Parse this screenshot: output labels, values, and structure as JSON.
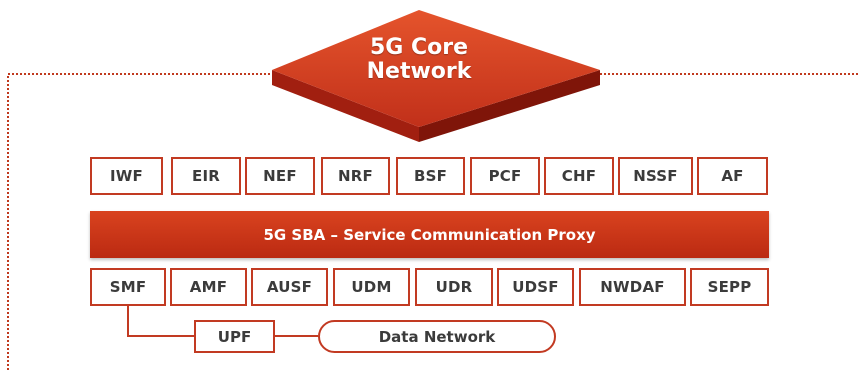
{
  "core": {
    "title_line1": "5G Core",
    "title_line2": "Network"
  },
  "row1": [
    "IWF",
    "EIR",
    "NEF",
    "NRF",
    "BSF",
    "PCF",
    "CHF",
    "NSSF",
    "AF"
  ],
  "scp": {
    "label": "5G SBA – Service Communication Proxy"
  },
  "row2": [
    "SMF",
    "AMF",
    "AUSF",
    "UDM",
    "UDR",
    "UDSF",
    "NWDAF",
    "SEPP"
  ],
  "upf": {
    "label": "UPF"
  },
  "data_network": {
    "label": "Data Network"
  },
  "colors": {
    "accent": "#c23a22",
    "bar": "#d13b1b",
    "border_dotted": "#c0391e",
    "text": "#3b3b3b"
  }
}
